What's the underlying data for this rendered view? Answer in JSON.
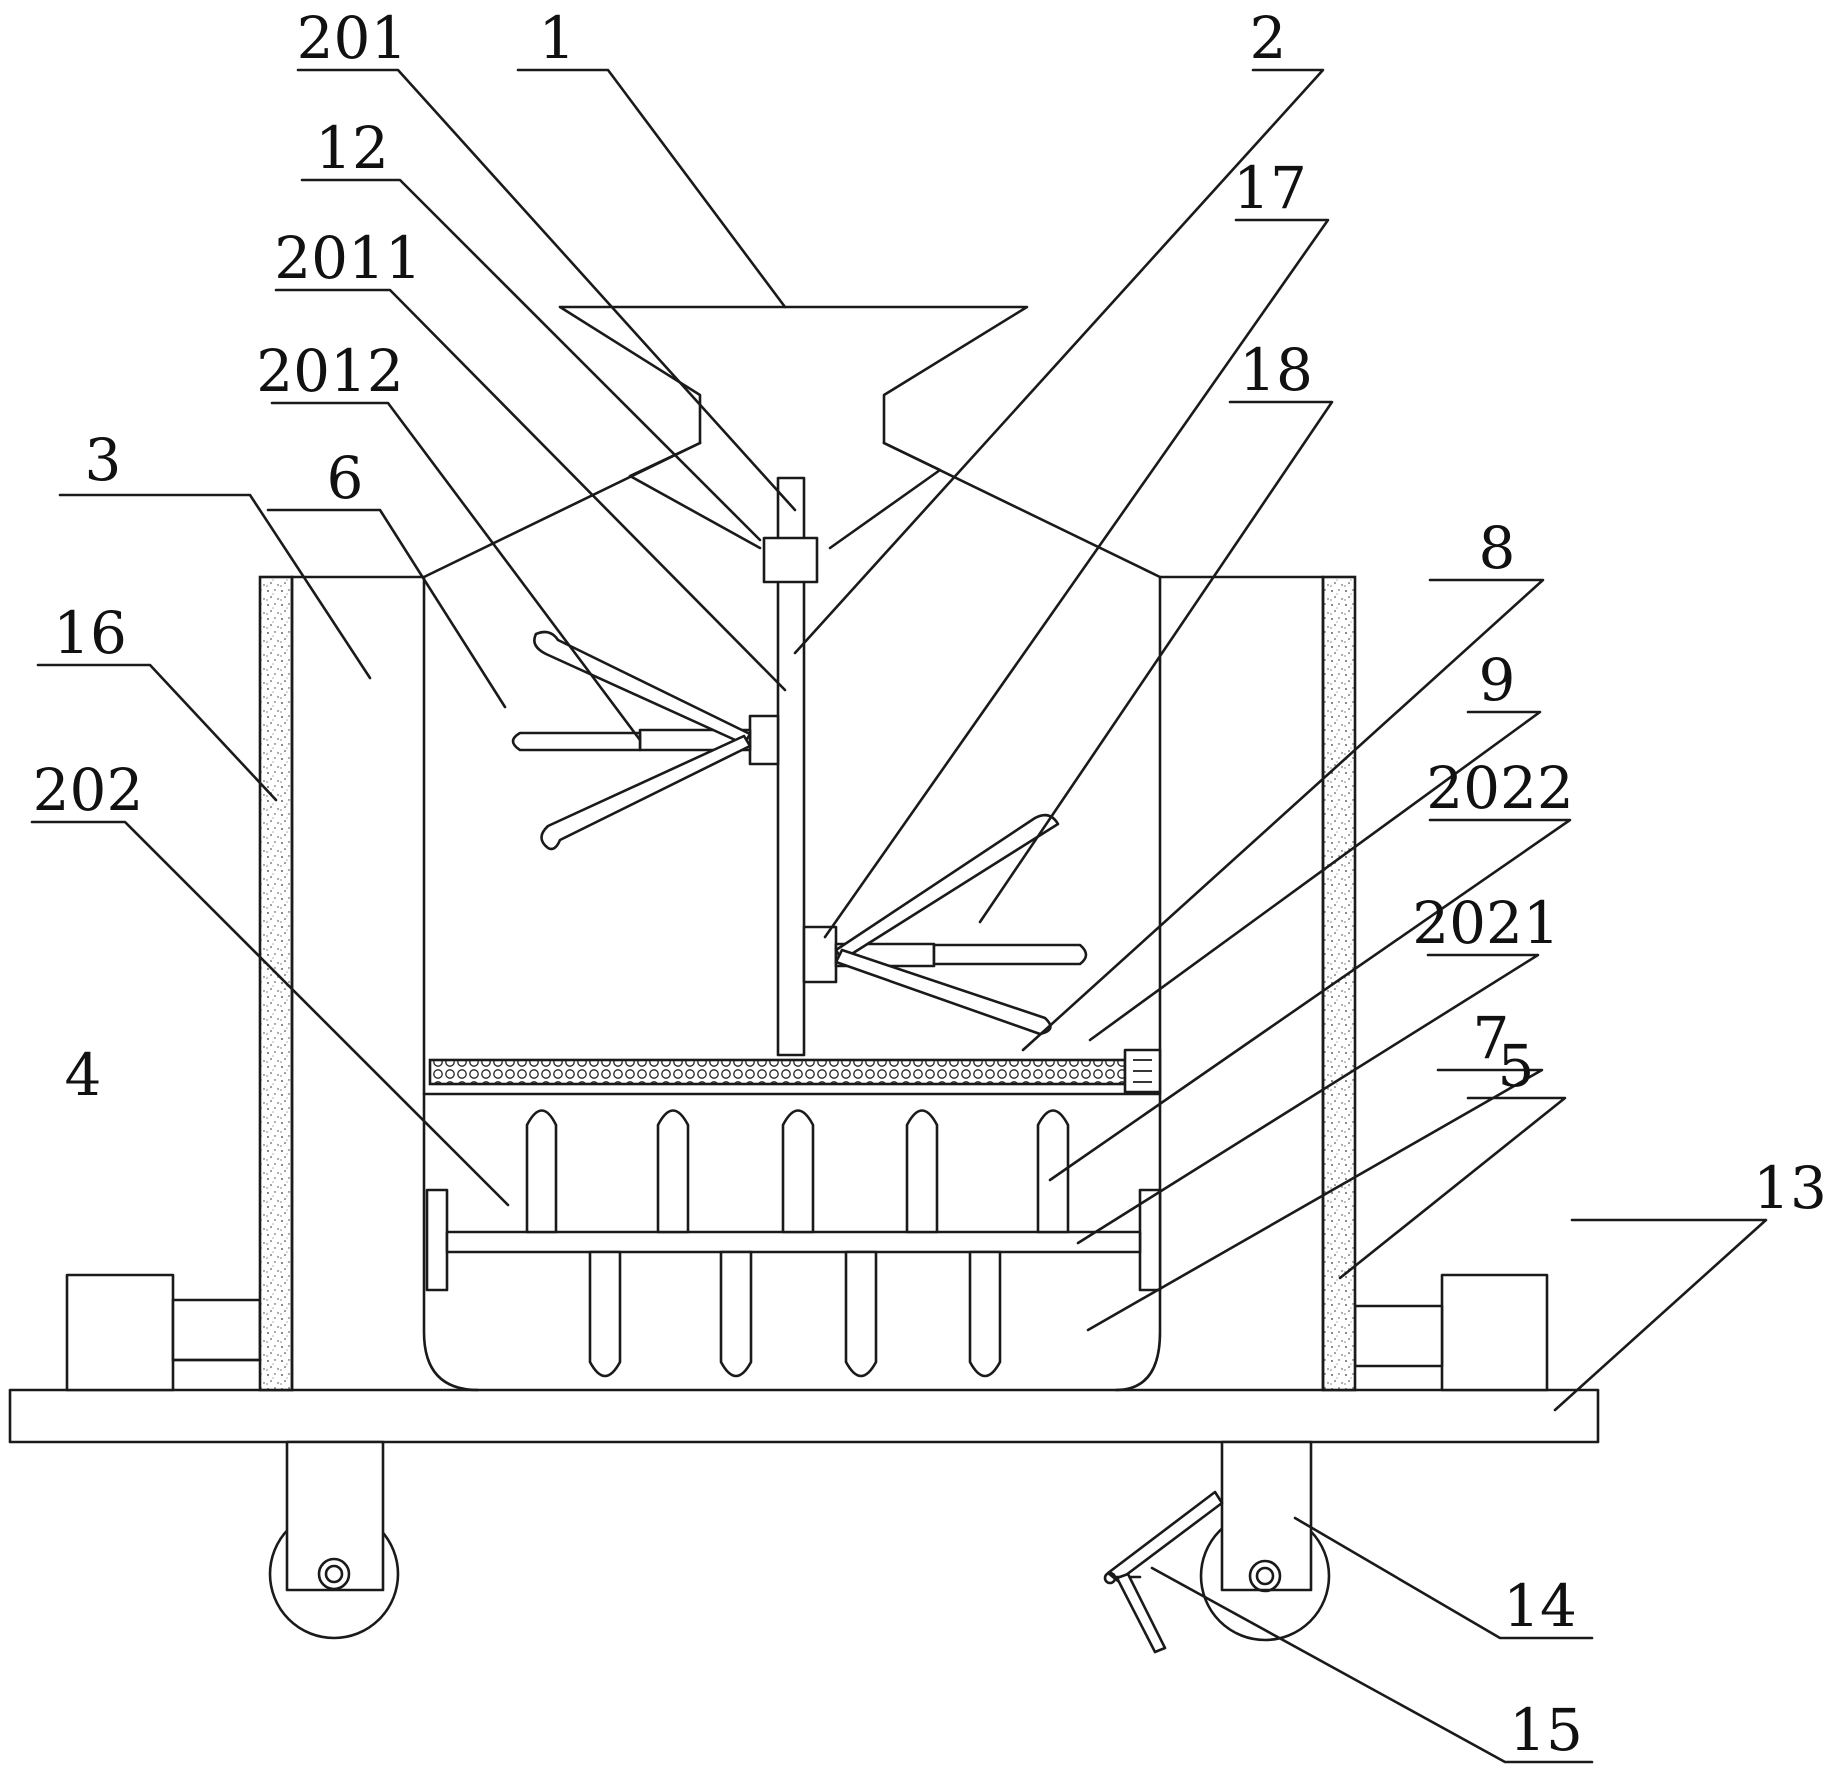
{
  "labels": {
    "l1": "1",
    "l2": "2",
    "l201": "201",
    "l12": "12",
    "l2011": "2011",
    "l2012": "2012",
    "l3": "3",
    "l6": "6",
    "l16": "16",
    "l202": "202",
    "l4": "4",
    "l17": "17",
    "l18": "18",
    "l8": "8",
    "l9": "9",
    "l2022": "2022",
    "l2021": "2021",
    "l7": "7",
    "l5": "5",
    "l13": "13",
    "l14": "14",
    "l15": "15"
  }
}
